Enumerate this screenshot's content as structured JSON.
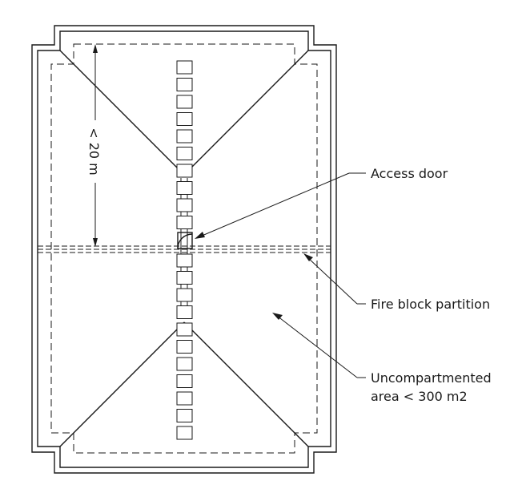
{
  "diagram": {
    "labels": {
      "access_door": "Access door",
      "fire_block": "Fire block partition",
      "uncompartmented_line1": "Uncompartmented",
      "uncompartmented_line2": "area < 300 m2",
      "dimension": "< 20 m"
    },
    "counts": {
      "upper_boxes": 11,
      "lower_boxes": 11
    },
    "colors": {
      "line": "#1a1a1a",
      "background": "#ffffff"
    }
  }
}
